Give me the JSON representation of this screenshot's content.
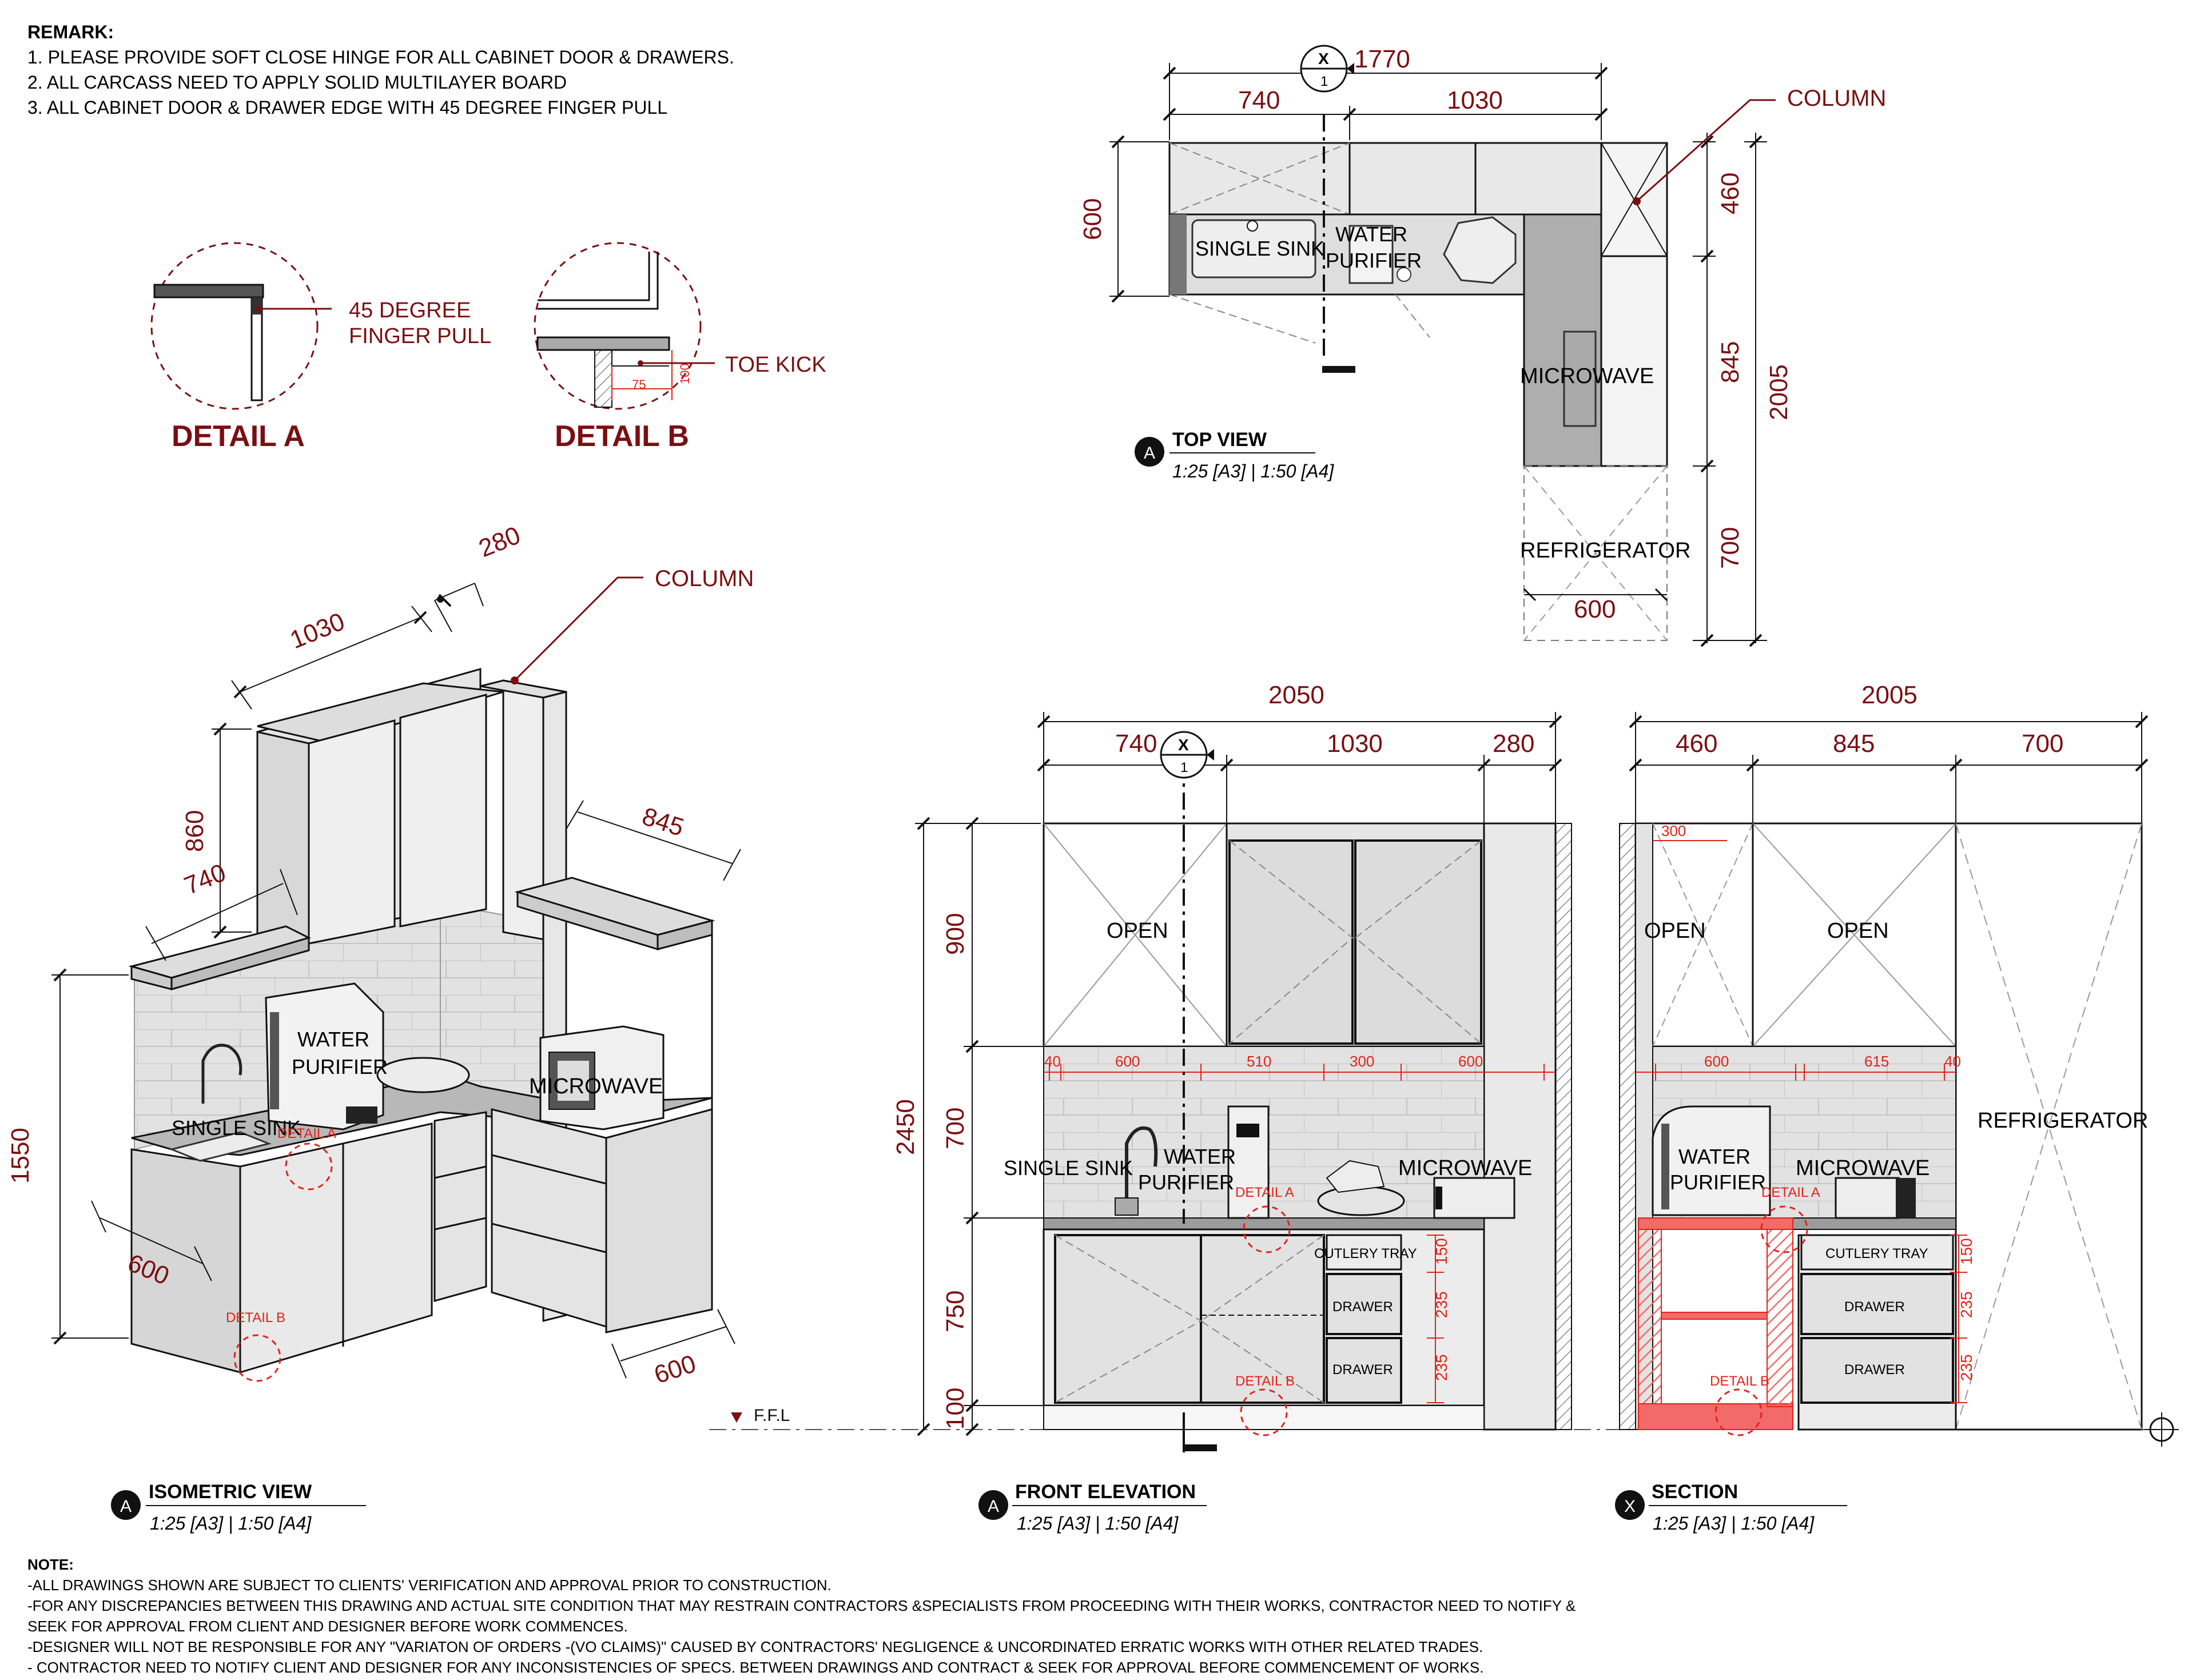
{
  "remark": {
    "heading": "REMARK:",
    "items": [
      "1. PLEASE PROVIDE SOFT CLOSE HINGE FOR ALL CABINET DOOR & DRAWERS.",
      "2. ALL CARCASS NEED TO APPLY SOLID MULTILAYER BOARD",
      "3. ALL CABINET DOOR & DRAWER EDGE WITH 45 DEGREE FINGER PULL"
    ]
  },
  "details": {
    "a_title": "DETAIL A",
    "a_label_line1": "45 DEGREE",
    "a_label_line2": "FINGER PULL",
    "b_title": "DETAIL B",
    "b_label": "TOE KICK",
    "b_dim_w": "75",
    "b_dim_h": "100"
  },
  "top_view": {
    "badge": "A",
    "title": "TOP VIEW",
    "scale": "1:25 [A3]   |   1:50 [A4]",
    "section_mark_top": "X",
    "section_mark_bottom": "1",
    "dim_total": "1770",
    "dim_left": "740",
    "dim_right": "1030",
    "dim_depth": "600",
    "dim_col": "460",
    "dim_mid": "845",
    "dim_fridge": "700",
    "dim_total_v": "2005",
    "dim_fridge_w": "600",
    "column": "COLUMN",
    "single_sink": "SINGLE SINK",
    "water": "WATER",
    "purifier": "PURIFIER",
    "microwave": "MICROWAVE",
    "refrigerator": "REFRIGERATOR"
  },
  "iso_view": {
    "badge": "A",
    "title": "ISOMETRIC VIEW",
    "scale": "1:25 [A3]   |   1:50 [A4]",
    "dim_280": "280",
    "dim_1030": "1030",
    "dim_860": "860",
    "dim_740": "740",
    "dim_845": "845",
    "dim_1550": "1550",
    "dim_600a": "600",
    "dim_600b": "600",
    "column": "COLUMN",
    "water": "WATER",
    "purifier": "PURIFIER",
    "microwave": "MICROWAVE",
    "single_sink": "SINGLE SINK",
    "detail_a": "DETAIL A",
    "detail_b": "DETAIL B"
  },
  "front_elev": {
    "badge": "A",
    "title": "FRONT ELEVATION",
    "scale": "1:25 [A3]   |   1:50 [A4]",
    "section_mark_top": "X",
    "section_mark_bottom": "1",
    "dim_total": "2050",
    "dim_740": "740",
    "dim_1030": "1030",
    "dim_280": "280",
    "dim_h_total": "2450",
    "dim_h_900": "900",
    "dim_h_700": "700",
    "dim_h_750": "750",
    "dim_h_100": "100",
    "ffl": "F.F.L",
    "open": "OPEN",
    "tile_dims": [
      "40",
      "600",
      "510",
      "300",
      "600"
    ],
    "single_sink": "SINGLE SINK",
    "water": "WATER",
    "purifier": "PURIFIER",
    "microwave": "MICROWAVE",
    "detail_a": "DETAIL A",
    "detail_b": "DETAIL B",
    "cutlery": "CUTLERY TRAY",
    "drawer1": "DRAWER",
    "drawer2": "DRAWER",
    "d150": "150",
    "d235a": "235",
    "d235b": "235"
  },
  "section": {
    "badge": "X",
    "title": "SECTION",
    "scale": "1:25 [A3]   |   1:50 [A4]",
    "dim_total": "2005",
    "dim_460": "460",
    "dim_845": "845",
    "dim_700": "700",
    "dim_300": "300",
    "open1": "OPEN",
    "open2": "OPEN",
    "tile_dims": [
      "600",
      "615",
      "40"
    ],
    "refrigerator": "REFRIGERATOR",
    "water": "WATER",
    "purifier": "PURIFIER",
    "microwave": "MICROWAVE",
    "detail_a": "DETAIL A",
    "detail_b": "DETAIL B",
    "cutlery": "CUTLERY TRAY",
    "drawer1": "DRAWER",
    "drawer2": "DRAWER",
    "d150": "150",
    "d235a": "235",
    "d235b": "235"
  },
  "note": {
    "heading": "NOTE:",
    "lines": [
      "-ALL DRAWINGS SHOWN ARE SUBJECT TO CLIENTS' VERIFICATION AND APPROVAL PRIOR TO CONSTRUCTION.",
      "-FOR ANY DISCREPANCIES BETWEEN THIS DRAWING AND ACTUAL SITE CONDITION THAT MAY RESTRAIN CONTRACTORS &SPECIALISTS FROM PROCEEDING WITH THEIR WORKS, CONTRACTOR NEED TO NOTIFY &",
      "SEEK FOR APPROVAL FROM CLIENT AND DESIGNER BEFORE WORK COMMENCES.",
      "-DESIGNER WILL NOT BE RESPONSIBLE FOR ANY \"VARIATON OF ORDERS -(VO CLAIMS)\" CAUSED BY CONTRACTORS' NEGLIGENCE & UNCORDINATED ERRATIC WORKS WITH OTHER RELATED TRADES.",
      "- CONTRACTOR NEED TO NOTIFY CLIENT AND DESIGNER FOR ANY INCONSISTENCIES OF SPECS. BETWEEN DRAWINGS AND CONTRACT & SEEK FOR APPROVAL BEFORE COMMENCEMENT OF WORKS."
    ]
  },
  "colors": {
    "dim_red": "#7a0f12",
    "bright_red": "#e2231a",
    "panel_gray": "#dadada",
    "counter_gray": "#a7a7a7",
    "hatch_pink": "#f26a6a"
  }
}
